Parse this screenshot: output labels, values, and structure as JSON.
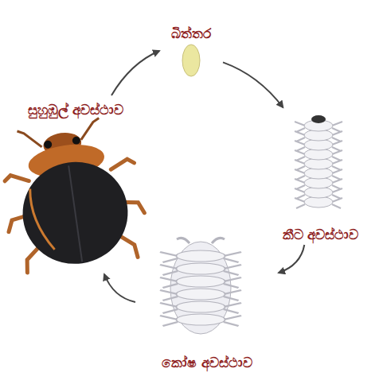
{
  "diagram": {
    "nodes": [
      {
        "text": [
          "බිත්තර"
        ]
      },
      {
        "text": [
          "කීට අවස්ථාව"
        ]
      },
      {
        "text": [
          "කෝෂ අවස්ථාව"
        ]
      },
      {
        "text": [
          "සුහුඹුල් අවස්ථාව"
        ]
      }
    ],
    "edges": [
      {
        "from": 0,
        "to": 1,
        "arrow": "to"
      },
      {
        "from": 1,
        "to": 2,
        "arrow": "to"
      },
      {
        "from": 2,
        "to": 3,
        "arrow": "to"
      },
      {
        "from": 3,
        "to": 0,
        "arrow": "to"
      }
    ]
  }
}
